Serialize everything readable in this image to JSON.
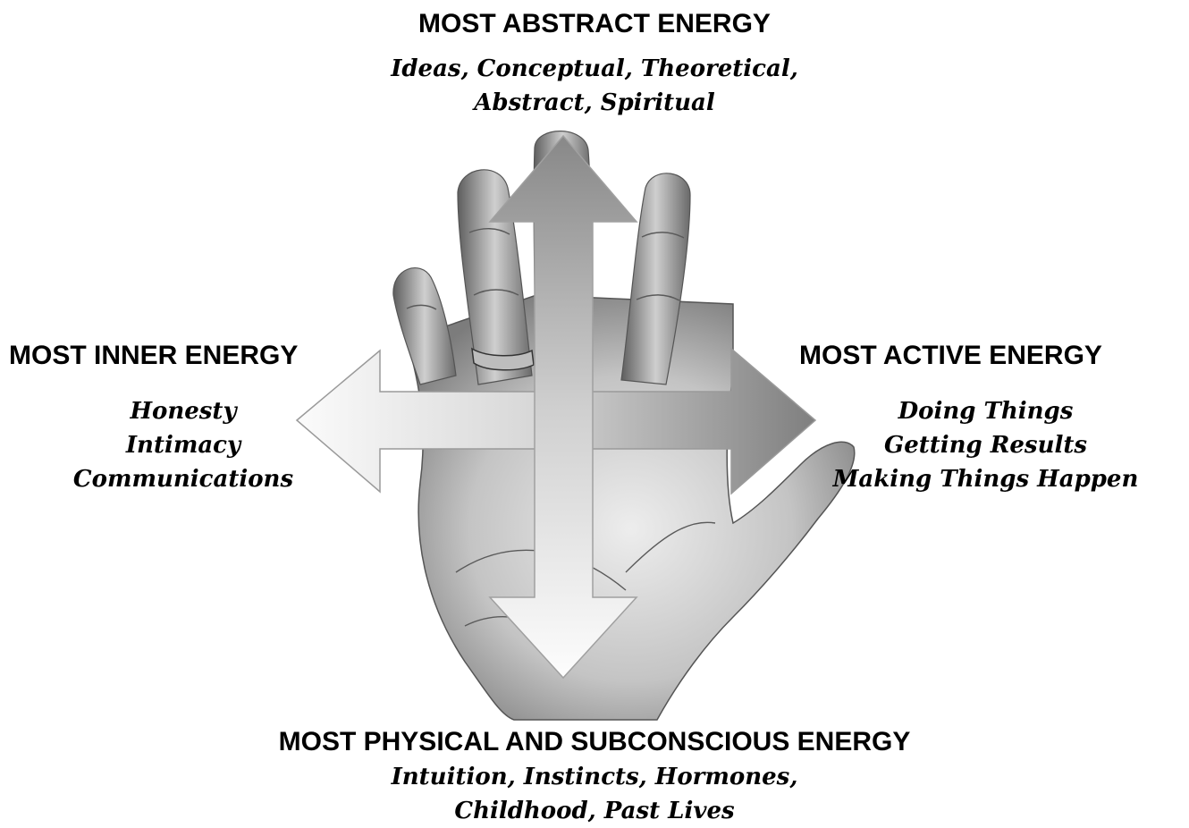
{
  "diagram": {
    "top": {
      "heading": "MOST ABSTRACT ENERGY",
      "lines": [
        "Ideas, Conceptual, Theoretical,",
        "Abstract, Spiritual"
      ]
    },
    "left": {
      "heading": "MOST INNER ENERGY",
      "lines": [
        "Honesty",
        "Intimacy",
        "Communications"
      ]
    },
    "right": {
      "heading": "MOST ACTIVE ENERGY",
      "lines": [
        "Doing Things",
        "Getting Results",
        "Making Things Happen"
      ]
    },
    "bottom": {
      "heading": "MOST PHYSICAL AND SUBCONSCIOUS ENERGY",
      "lines": [
        "Intuition, Instincts, Hormones,",
        "Childhood, Past Lives"
      ]
    },
    "colors": {
      "text": "#000000",
      "background": "#ffffff",
      "hand_light": "#e6e6e6",
      "hand_dark": "#6a6a6a",
      "arrow_dark": "#8a8a8a",
      "arrow_light": "#f6f6f6"
    }
  }
}
